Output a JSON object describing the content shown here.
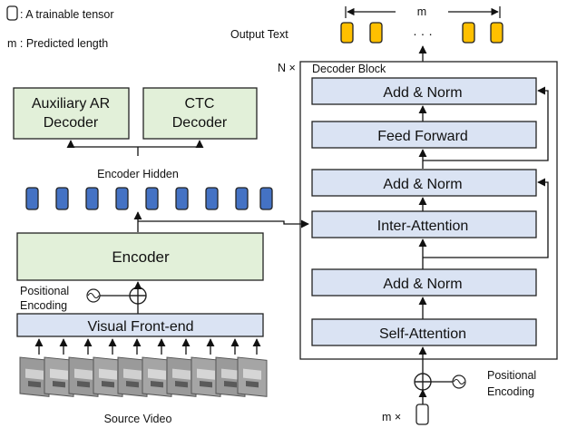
{
  "legend": {
    "tensor": ": A trainable tensor",
    "length": "m : Predicted length"
  },
  "encoder_side": {
    "aux_decoder": [
      "Auxiliary AR",
      "Decoder"
    ],
    "ctc_decoder": [
      "CTC",
      "Decoder"
    ],
    "encoder_hidden": "Encoder Hidden",
    "encoder": "Encoder",
    "positional_encoding": [
      "Positional",
      "Encoding"
    ],
    "visual_frontend": "Visual Front-end",
    "source_video": "Source Video"
  },
  "decoder_side": {
    "output_text": "Output Text",
    "m_label": "m",
    "ellipsis": "· · ·",
    "n_times": "N ×",
    "block_title": "Decoder Block",
    "add_norm_top": "Add & Norm",
    "feed_forward": "Feed Forward",
    "add_norm_mid": "Add & Norm",
    "inter_attention": "Inter-Attention",
    "add_norm_bottom": "Add & Norm",
    "self_attention": "Self-Attention",
    "positional_encoding": [
      "Positional",
      "Encoding"
    ],
    "m_times": "m ×"
  },
  "colors": {
    "green_box": "#e2f0d9",
    "blue_box": "#dae3f3",
    "hidden_tensor": "#4472c4",
    "output_tensor": "#ffc000",
    "border": "#222222"
  }
}
